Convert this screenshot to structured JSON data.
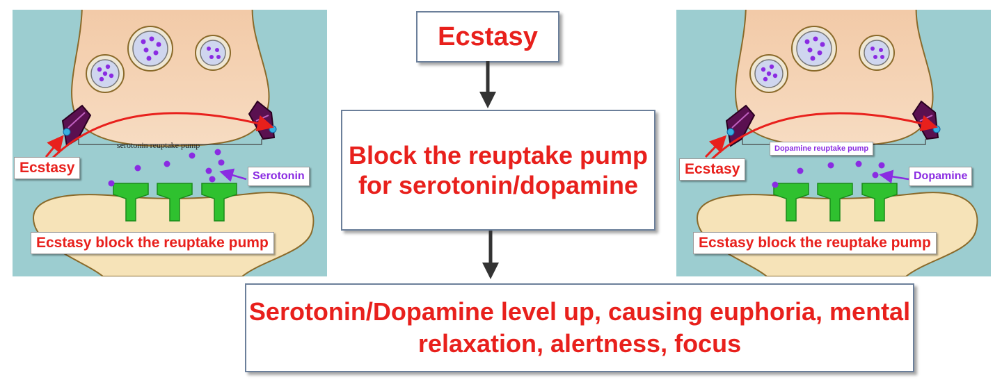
{
  "flow": {
    "top": "Ecstasy",
    "middle": "Block the reuptake pump for serotonin/dopamine",
    "bottom": "Serotonin/Dopamine level up, causing euphoria, mental relaxation, alertness, focus"
  },
  "left_panel": {
    "drug_label": "Ecstasy",
    "pump_label": "serotonin reuptake pump",
    "neurotransmitter_label": "Serotonin",
    "caption": "Ecstasy block the reuptake pump"
  },
  "right_panel": {
    "drug_label": "Ecstasy",
    "pump_label": "Dopamine reuptake pump",
    "neurotransmitter_label": "Dopamine",
    "caption": "Ecstasy block the reuptake pump"
  },
  "colors": {
    "background": "#9ccdd0",
    "neuron": "#f2c9a6",
    "text_red": "#e8201c",
    "neurotransmitter": "#8a2be2",
    "receptor": "#2fc12f",
    "pump": "#5a1050",
    "arrow_red": "#e8201c"
  }
}
